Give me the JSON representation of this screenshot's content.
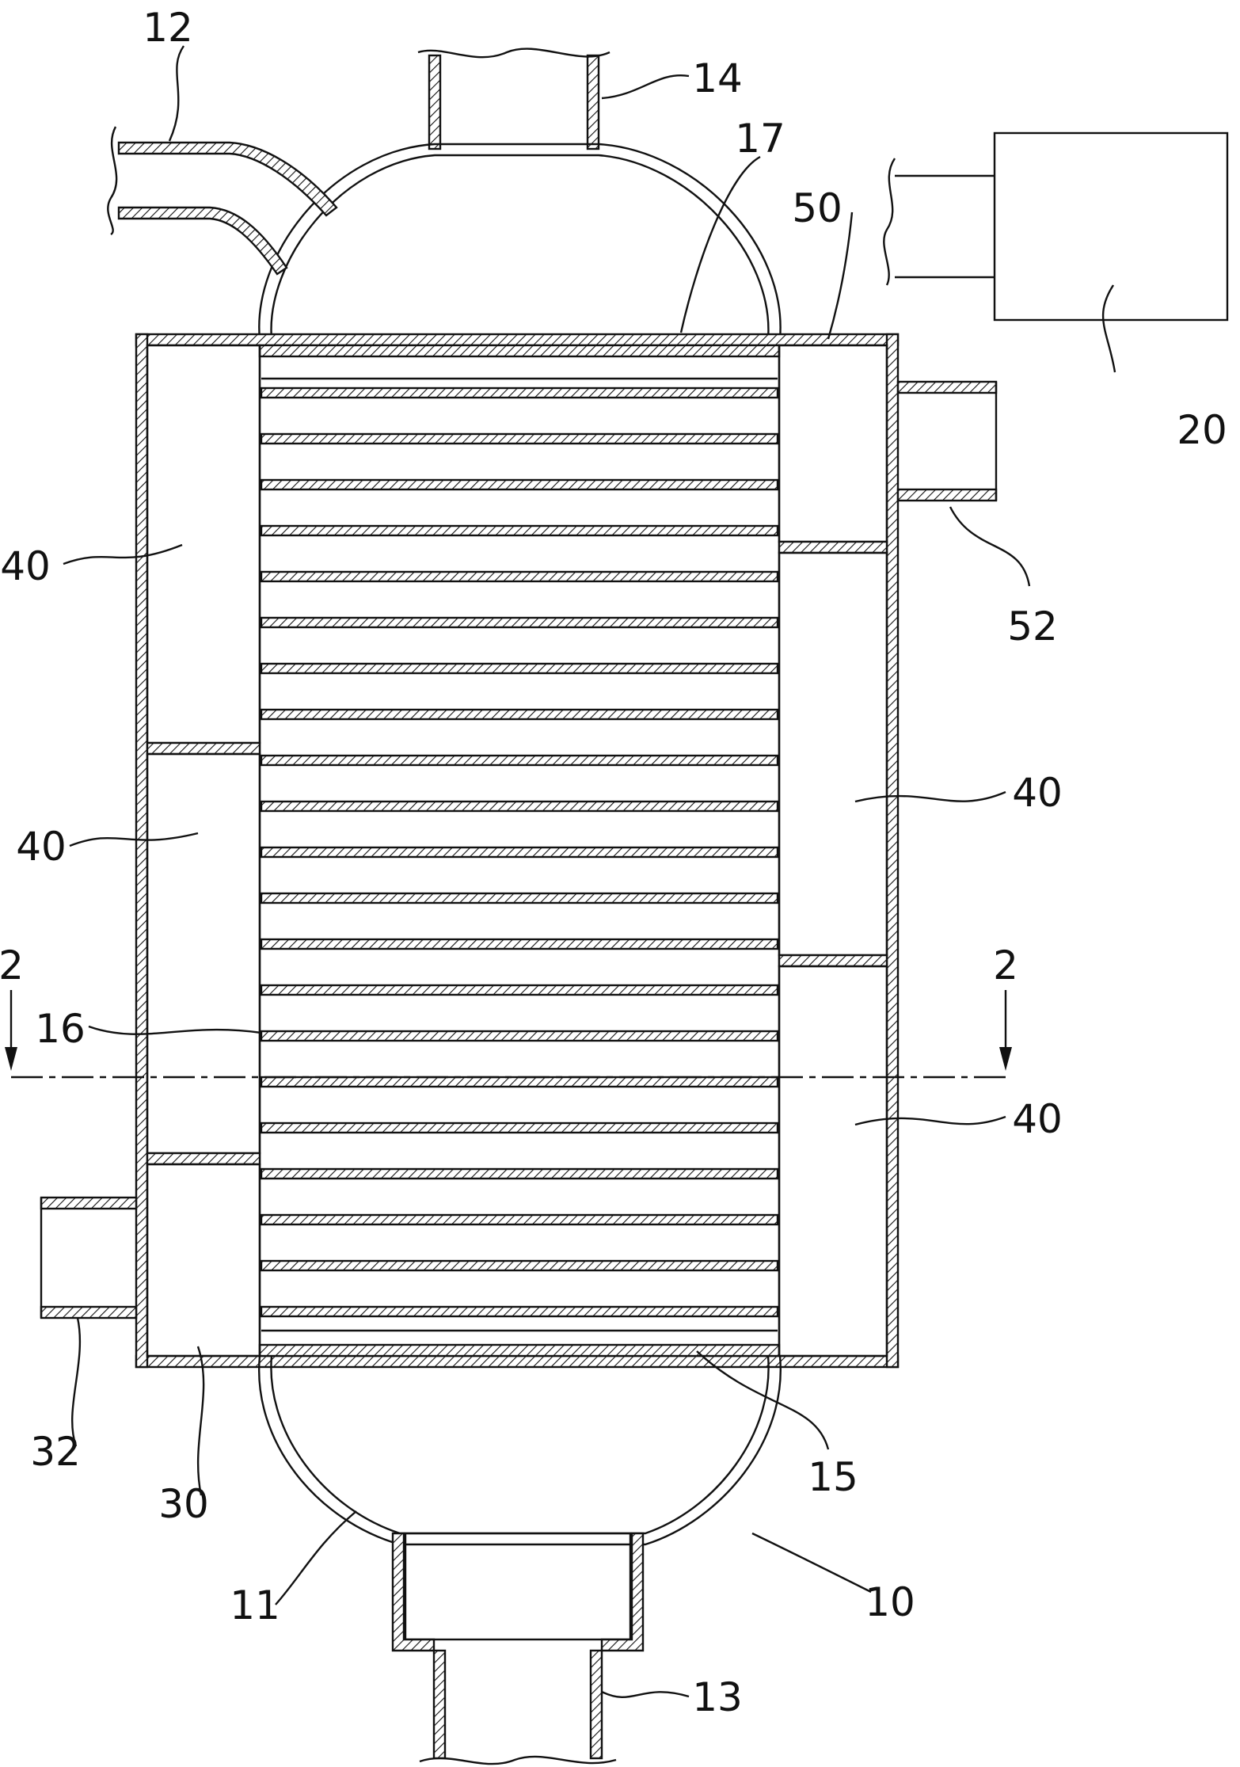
{
  "labels": {
    "inlet_pipe": "12",
    "outlet_pipe_top": "14",
    "top_tube_sheet": "17",
    "upper_manifold": "50",
    "pump_unit": "20",
    "manifold_outlet": "52",
    "chamber_left_upper": "40",
    "chamber_left_middle": "40",
    "chamber_right_upper": "40",
    "chamber_right_lower": "40",
    "section_left": "2",
    "section_right": "2",
    "tube_bundle": "16",
    "lower_manifold": "30",
    "manifold_inlet": "32",
    "bottom_tube_sheet": "15",
    "lower_neck": "11",
    "vessel": "10",
    "outlet_pipe_bottom": "13"
  }
}
